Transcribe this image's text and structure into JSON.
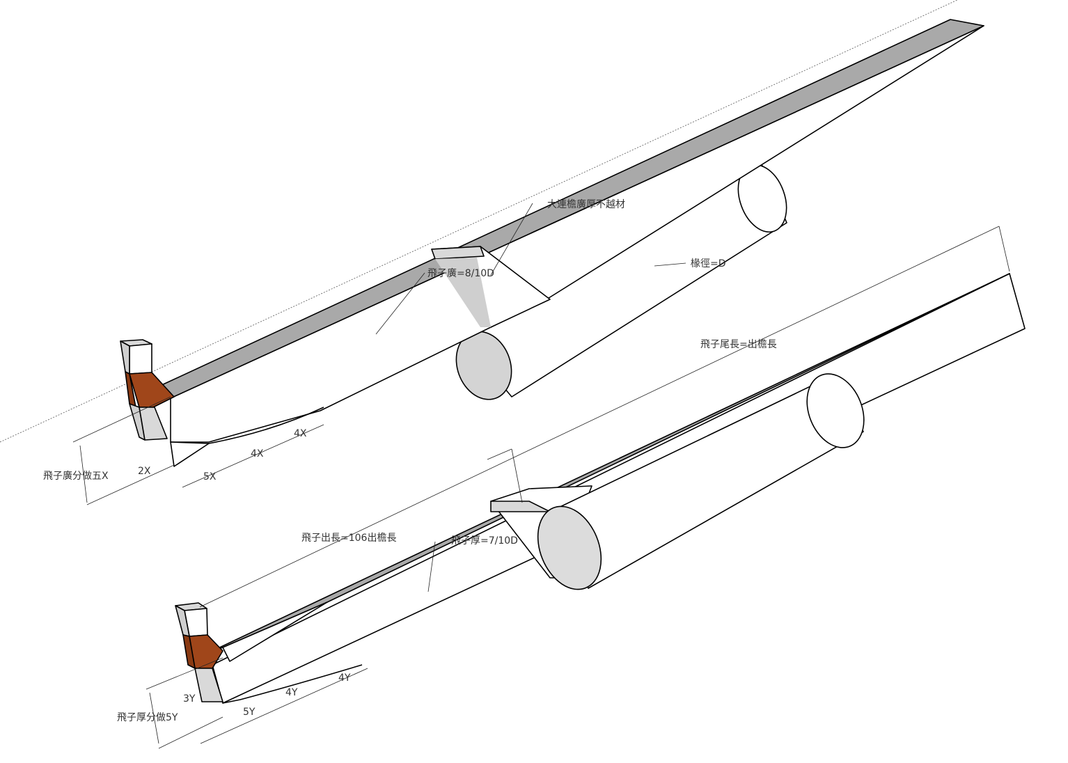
{
  "labels": {
    "dalianyan": "大連檐廣厚不越材",
    "feizi_width": "飛子廣=8/10D",
    "rafter_diameter": "椽徑=D",
    "tail_length": "飛子尾長=出檐長",
    "width_division": "飛子廣分做五X",
    "x2": "2X",
    "x5": "5X",
    "x4a": "4X",
    "x4b": "4X",
    "out_length": "飛子出長=106出檐長",
    "feizi_thickness": "飛子厚=7/10D",
    "thickness_division": "飛子厚分做5Y",
    "y3": "3Y",
    "y5": "5Y",
    "y4a": "4Y",
    "y4b": "4Y"
  },
  "colors": {
    "face_white": "#ffffff",
    "face_gray": "#a9a9a9",
    "face_light": "#d9d9d9",
    "wood": "#a0461a"
  }
}
